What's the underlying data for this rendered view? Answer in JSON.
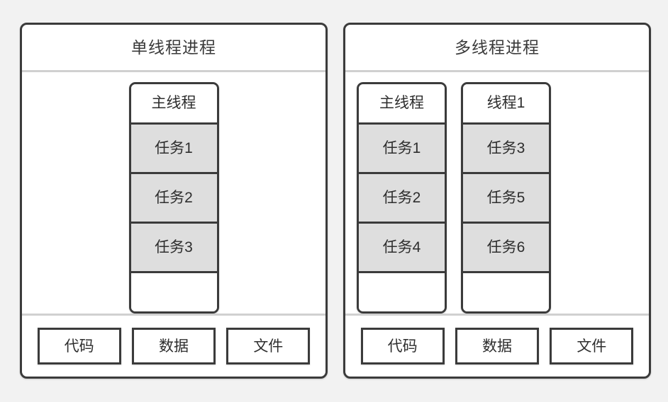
{
  "background_color": "#f2f2f2",
  "colors": {
    "panel_border": "#3b3b3b",
    "panel_fill": "#ffffff",
    "divider": "#d0d0d0",
    "task_fill": "#dedede",
    "text": "#2e2e2e",
    "title_text": "#3a3a3a"
  },
  "panels": [
    {
      "id": "single-thread-process",
      "title": "单线程进程",
      "threads": [
        {
          "id": "main-thread",
          "name": "主线程",
          "tasks": [
            "任务1",
            "任务2",
            "任务3"
          ],
          "has_empty_slot": true
        }
      ],
      "resources": [
        "代码",
        "数据",
        "文件"
      ]
    },
    {
      "id": "multi-thread-process",
      "title": "多线程进程",
      "threads": [
        {
          "id": "main-thread",
          "name": "主线程",
          "tasks": [
            "任务1",
            "任务2",
            "任务4"
          ],
          "has_empty_slot": true
        },
        {
          "id": "thread-1",
          "name": "线程1",
          "tasks": [
            "任务3",
            "任务5",
            "任务6"
          ],
          "has_empty_slot": true
        }
      ],
      "resources": [
        "代码",
        "数据",
        "文件"
      ]
    }
  ]
}
